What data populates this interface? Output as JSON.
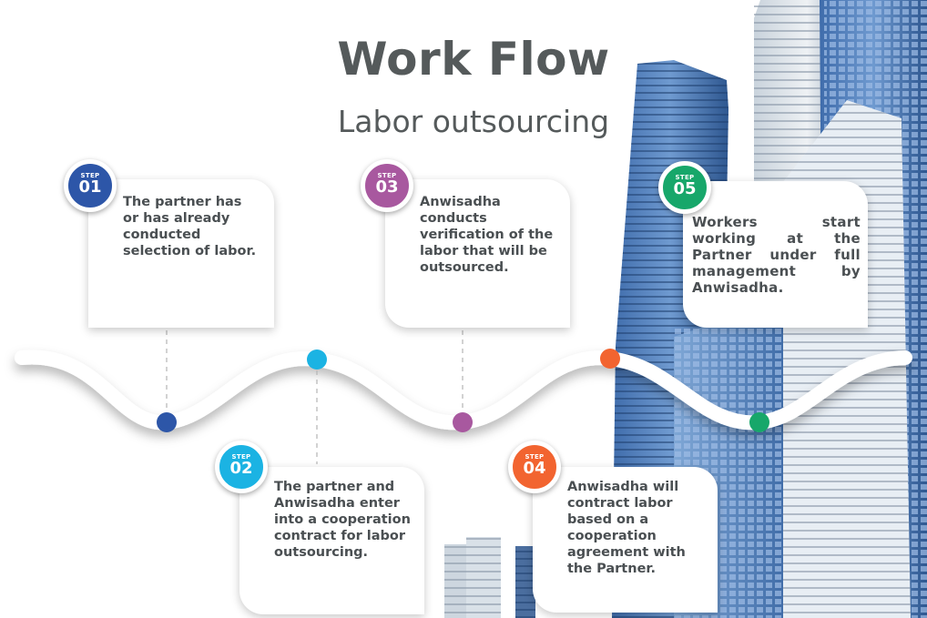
{
  "title": "Work Flow",
  "subtitle": "Labor outsourcing",
  "steps": [
    {
      "step_label": "STEP",
      "number": "01",
      "color": "#2d56a8",
      "text": "The partner has or has already conducted selection of labor."
    },
    {
      "step_label": "STEP",
      "number": "02",
      "color": "#1bb3e3",
      "text": "The partner and Anwisadha enter into a cooperation contract for labor outsourcing."
    },
    {
      "step_label": "STEP",
      "number": "03",
      "color": "#a8589f",
      "text": "Anwisadha conducts verification of the labor that will be outsourced."
    },
    {
      "step_label": "STEP",
      "number": "04",
      "color": "#f26430",
      "text": "Anwisadha will contract labor based on a cooperation agreement with the Partner."
    },
    {
      "step_label": "STEP",
      "number": "05",
      "color": "#17a76a",
      "text": "Workers start working at the Partner under full management by Anwisadha."
    }
  ]
}
